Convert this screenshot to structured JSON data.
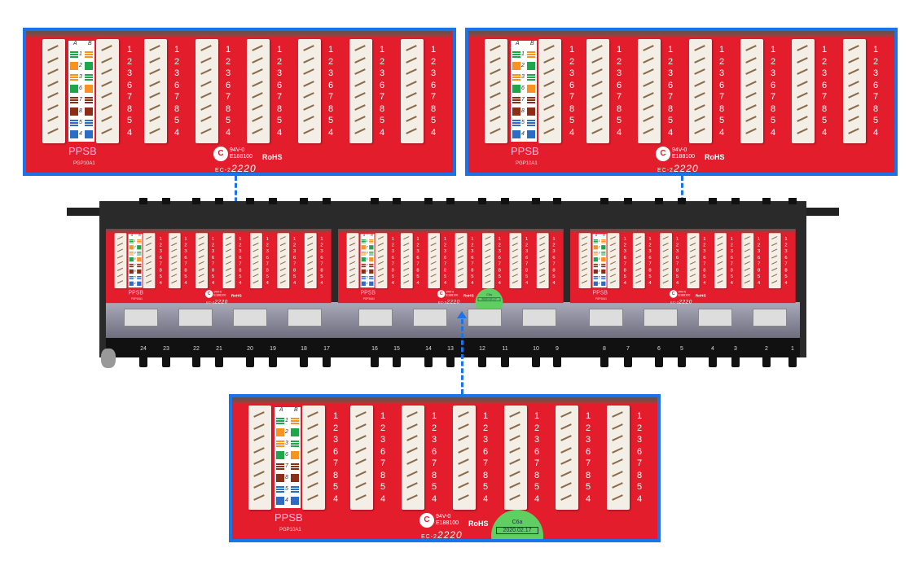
{
  "board": {
    "pair_labels": [
      "A",
      "B"
    ],
    "strip_numbers": [
      "1",
      "2",
      "3",
      "6",
      "7",
      "8",
      "5",
      "4"
    ],
    "pin_numbers": [
      "1",
      "2",
      "3",
      "6",
      "7",
      "8",
      "5",
      "4"
    ],
    "brand": "PPSB",
    "model": "PGP10A1",
    "flammability": "94V-0",
    "ul_file": "E188100",
    "rohs": "RoHS",
    "ec_code": "EC-2",
    "date_code": "2220"
  },
  "sticker": {
    "category": "C6a",
    "date": "2020.02.17"
  },
  "panel": {
    "port_numbers": [
      "24",
      "23",
      "22",
      "21",
      "20",
      "19",
      "18",
      "17",
      "16",
      "15",
      "14",
      "13",
      "12",
      "11",
      "10",
      "9",
      "8",
      "7",
      "6",
      "5",
      "4",
      "3",
      "2",
      "1"
    ]
  },
  "colors": {
    "highlight": "#1a73e8",
    "board": "#e31d2c",
    "green": "#1fa64a",
    "orange": "#f7931e",
    "brown": "#8b2e16",
    "blue": "#2b6cc4"
  }
}
